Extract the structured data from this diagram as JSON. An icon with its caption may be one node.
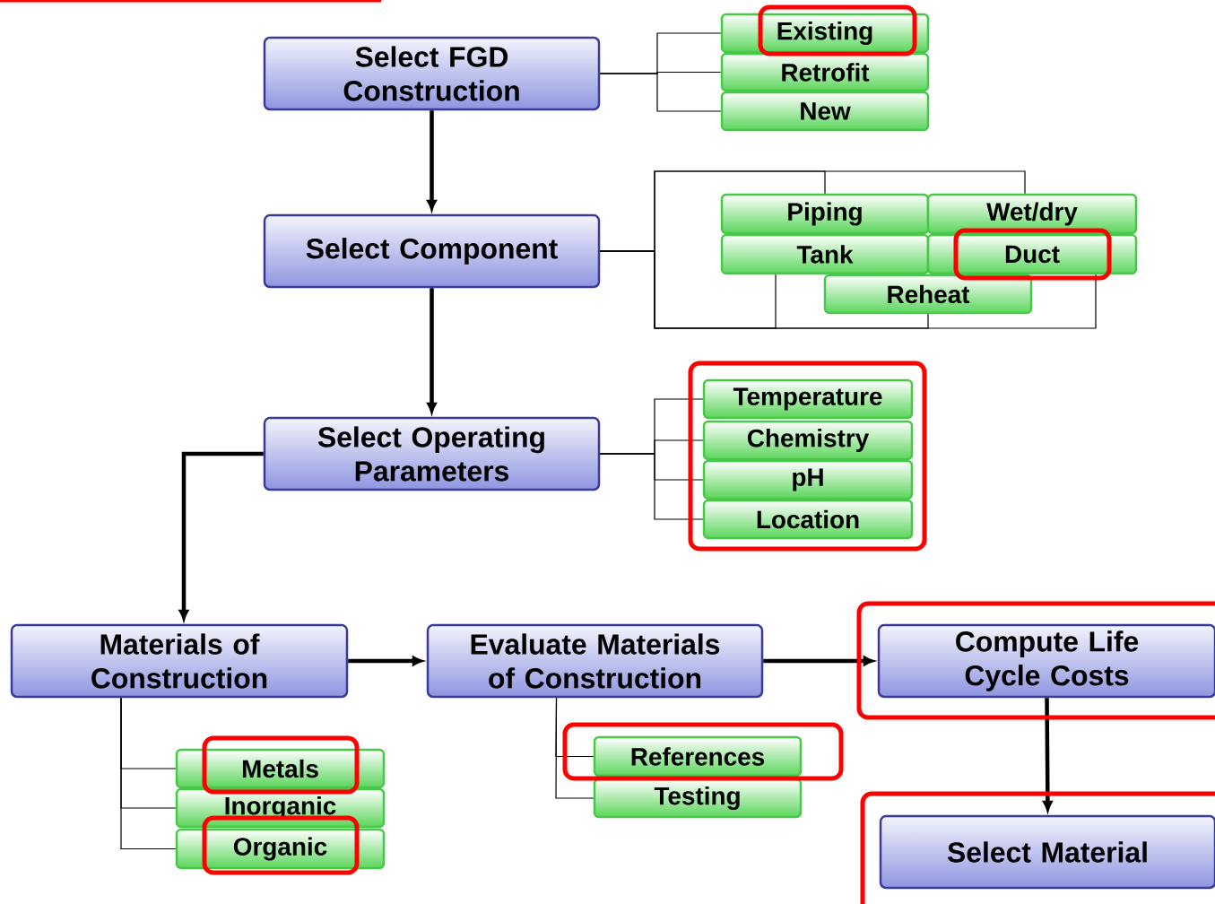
{
  "diagram": {
    "nodes": [
      {
        "text": [
          "Select FGD Construction"
        ]
      },
      {
        "text": [
          "Existing"
        ]
      },
      {
        "text": [
          "Retrofit"
        ]
      },
      {
        "text": [
          "New"
        ]
      },
      {
        "text": [
          "Select Component"
        ]
      },
      {
        "text": [
          "Piping"
        ]
      },
      {
        "text": [
          "Wet/dry"
        ]
      },
      {
        "text": [
          "Tank"
        ]
      },
      {
        "text": [
          "Duct"
        ]
      },
      {
        "text": [
          "Reheat"
        ]
      },
      {
        "text": [
          "Select Operating Parameters"
        ]
      },
      {
        "text": [
          "Temperature"
        ]
      },
      {
        "text": [
          "Chemistry"
        ]
      },
      {
        "text": [
          "pH"
        ]
      },
      {
        "text": [
          "Location"
        ]
      },
      {
        "text": [
          "Materials of Construction"
        ]
      },
      {
        "text": [
          "Evaluate Materials of Construction"
        ]
      },
      {
        "text": [
          "Compute Life Cycle Costs"
        ]
      },
      {
        "text": [
          "Select Material"
        ]
      },
      {
        "text": [
          "Metals"
        ]
      },
      {
        "text": [
          "Inorganic"
        ]
      },
      {
        "text": [
          "Organic"
        ]
      },
      {
        "text": [
          "References"
        ]
      },
      {
        "text": [
          "Testing"
        ]
      }
    ],
    "edges": [
      {
        "from": 0,
        "to": 4,
        "arrow": "to",
        "style": "thick"
      },
      {
        "from": 4,
        "to": 10,
        "arrow": "to",
        "style": "thick"
      },
      {
        "from": 10,
        "to": 15,
        "arrow": "to",
        "style": "thick"
      },
      {
        "from": 15,
        "to": 16,
        "arrow": "to",
        "style": "thick"
      },
      {
        "from": 16,
        "to": 17,
        "arrow": "to",
        "style": "thick"
      },
      {
        "from": 17,
        "to": 18,
        "arrow": "to",
        "style": "thick"
      },
      {
        "from": 0,
        "to": 1,
        "arrow": "none"
      },
      {
        "from": 0,
        "to": 2,
        "arrow": "none"
      },
      {
        "from": 0,
        "to": 3,
        "arrow": "none"
      },
      {
        "from": 4,
        "to": 5,
        "arrow": "none"
      },
      {
        "from": 4,
        "to": 6,
        "arrow": "none"
      },
      {
        "from": 4,
        "to": 7,
        "arrow": "none"
      },
      {
        "from": 4,
        "to": 8,
        "arrow": "none"
      },
      {
        "from": 4,
        "to": 9,
        "arrow": "none"
      },
      {
        "from": 10,
        "to": 11,
        "arrow": "none"
      },
      {
        "from": 10,
        "to": 12,
        "arrow": "none"
      },
      {
        "from": 10,
        "to": 13,
        "arrow": "none"
      },
      {
        "from": 10,
        "to": 14,
        "arrow": "none"
      },
      {
        "from": 15,
        "to": 19,
        "arrow": "none"
      },
      {
        "from": 15,
        "to": 20,
        "arrow": "none"
      },
      {
        "from": 15,
        "to": 21,
        "arrow": "none"
      },
      {
        "from": 16,
        "to": 22,
        "arrow": "none"
      },
      {
        "from": 16,
        "to": 23,
        "arrow": "none"
      }
    ]
  }
}
